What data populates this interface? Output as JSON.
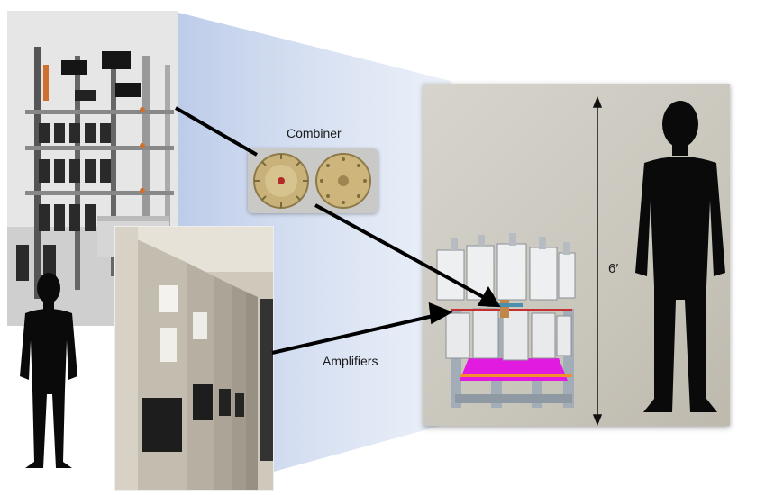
{
  "labels": {
    "combiner": "Combiner",
    "amplifiers": "Amplifiers",
    "height": "6′"
  },
  "colors": {
    "projection": "#c9d6ee",
    "arrow": "#000000",
    "silhouette": "#0a0a0a",
    "magenta": "#e21be0",
    "structure": "#9ea8b2"
  }
}
